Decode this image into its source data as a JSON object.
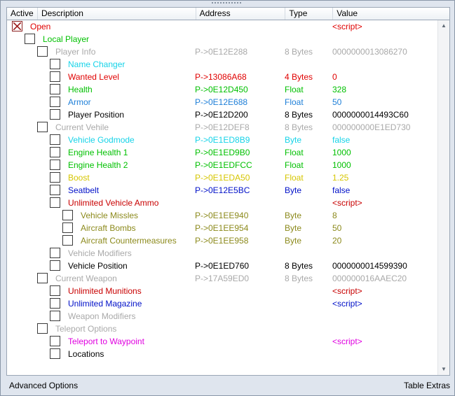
{
  "columns": {
    "active": "Active",
    "description": "Description",
    "address": "Address",
    "type": "Type",
    "value": "Value"
  },
  "colors": {
    "red": "#e00000",
    "green": "#00c000",
    "gray": "#a9a9a9",
    "cyan": "#16d3e8",
    "blue": "#1e7fd8",
    "black": "#000000",
    "olive": "#8c8a1c",
    "yellow": "#d6c600",
    "navy": "#0010c8",
    "darkred": "#c80000",
    "magenta": "#e000e0"
  },
  "rows": [
    {
      "desc": "Open",
      "addr": "",
      "type": "",
      "value": "<script>",
      "color": "red",
      "depth": 0,
      "checked": true
    },
    {
      "desc": "Local Player",
      "addr": "",
      "type": "",
      "value": "",
      "color": "green",
      "depth": 1,
      "checked": false
    },
    {
      "desc": "Player Info",
      "addr": "P->0E12E288",
      "type": "8 Bytes",
      "value": "0000000013086270",
      "color": "gray",
      "depth": 2,
      "checked": false
    },
    {
      "desc": "Name Changer",
      "addr": "",
      "type": "",
      "value": "",
      "color": "cyan",
      "depth": 3,
      "checked": false
    },
    {
      "desc": "Wanted Level",
      "addr": "P->13086A68",
      "type": "4 Bytes",
      "value": "0",
      "color": "red",
      "depth": 3,
      "checked": false
    },
    {
      "desc": "Health",
      "addr": "P->0E12D450",
      "type": "Float",
      "value": "328",
      "color": "green",
      "depth": 3,
      "checked": false
    },
    {
      "desc": "Armor",
      "addr": "P->0E12E688",
      "type": "Float",
      "value": "50",
      "color": "blue",
      "depth": 3,
      "checked": false
    },
    {
      "desc": "Player Position",
      "addr": "P->0E12D200",
      "type": "8 Bytes",
      "value": "0000000014493C60",
      "color": "black",
      "depth": 3,
      "checked": false
    },
    {
      "desc": "Current Vehile",
      "addr": "P->0E12DEF8",
      "type": "8 Bytes",
      "value": "000000000E1ED730",
      "color": "gray",
      "depth": 2,
      "checked": false
    },
    {
      "desc": "Vehicle Godmode",
      "addr": "P->0E1ED8B9",
      "type": "Byte",
      "value": "false",
      "color": "cyan",
      "depth": 3,
      "checked": false
    },
    {
      "desc": "Engine Health 1",
      "addr": "P->0E1ED9B0",
      "type": "Float",
      "value": "1000",
      "color": "green",
      "depth": 3,
      "checked": false
    },
    {
      "desc": "Engine Health 2",
      "addr": "P->0E1EDFCC",
      "type": "Float",
      "value": "1000",
      "color": "green",
      "depth": 3,
      "checked": false
    },
    {
      "desc": "Boost",
      "addr": "P->0E1EDA50",
      "type": "Float",
      "value": "1.25",
      "color": "yellow",
      "depth": 3,
      "checked": false
    },
    {
      "desc": "Seatbelt",
      "addr": "P->0E12E5BC",
      "type": "Byte",
      "value": "false",
      "color": "navy",
      "depth": 3,
      "checked": false
    },
    {
      "desc": "Unlimited Vehicle Ammo",
      "addr": "",
      "type": "",
      "value": "<script>",
      "color": "darkred",
      "depth": 3,
      "checked": false
    },
    {
      "desc": "Vehicle Missles",
      "addr": "P->0E1EE940",
      "type": "Byte",
      "value": "8",
      "color": "olive",
      "depth": 4,
      "checked": false
    },
    {
      "desc": "Aircraft Bombs",
      "addr": "P->0E1EE954",
      "type": "Byte",
      "value": "50",
      "color": "olive",
      "depth": 4,
      "checked": false
    },
    {
      "desc": "Aircraft Countermeasures",
      "addr": "P->0E1EE958",
      "type": "Byte",
      "value": "20",
      "color": "olive",
      "depth": 4,
      "checked": false
    },
    {
      "desc": "Vehicle Modifiers",
      "addr": "",
      "type": "",
      "value": "",
      "color": "gray",
      "depth": 3,
      "checked": false
    },
    {
      "desc": "Vehicle Position",
      "addr": "P->0E1ED760",
      "type": "8 Bytes",
      "value": "0000000014599390",
      "color": "black",
      "depth": 3,
      "checked": false
    },
    {
      "desc": "Current Weapon",
      "addr": "P->17A59ED0",
      "type": "8 Bytes",
      "value": "000000016AAEC20",
      "color": "gray",
      "depth": 2,
      "checked": false
    },
    {
      "desc": "Unlimited Munitions",
      "addr": "",
      "type": "",
      "value": "<script>",
      "color": "darkred",
      "depth": 3,
      "checked": false
    },
    {
      "desc": "Unlimited Magazine",
      "addr": "",
      "type": "",
      "value": "<script>",
      "color": "navy",
      "depth": 3,
      "checked": false
    },
    {
      "desc": "Weapon Modifiers",
      "addr": "",
      "type": "",
      "value": "",
      "color": "gray",
      "depth": 3,
      "checked": false
    },
    {
      "desc": "Teleport Options",
      "addr": "",
      "type": "",
      "value": "",
      "color": "gray",
      "depth": 2,
      "checked": false
    },
    {
      "desc": "Teleport to Waypoint",
      "addr": "",
      "type": "",
      "value": "<script>",
      "color": "magenta",
      "depth": 3,
      "checked": false
    },
    {
      "desc": "Locations",
      "addr": "",
      "type": "",
      "value": "",
      "color": "black",
      "depth": 3,
      "checked": false
    }
  ],
  "footer": {
    "left": "Advanced Options",
    "right": "Table Extras"
  }
}
